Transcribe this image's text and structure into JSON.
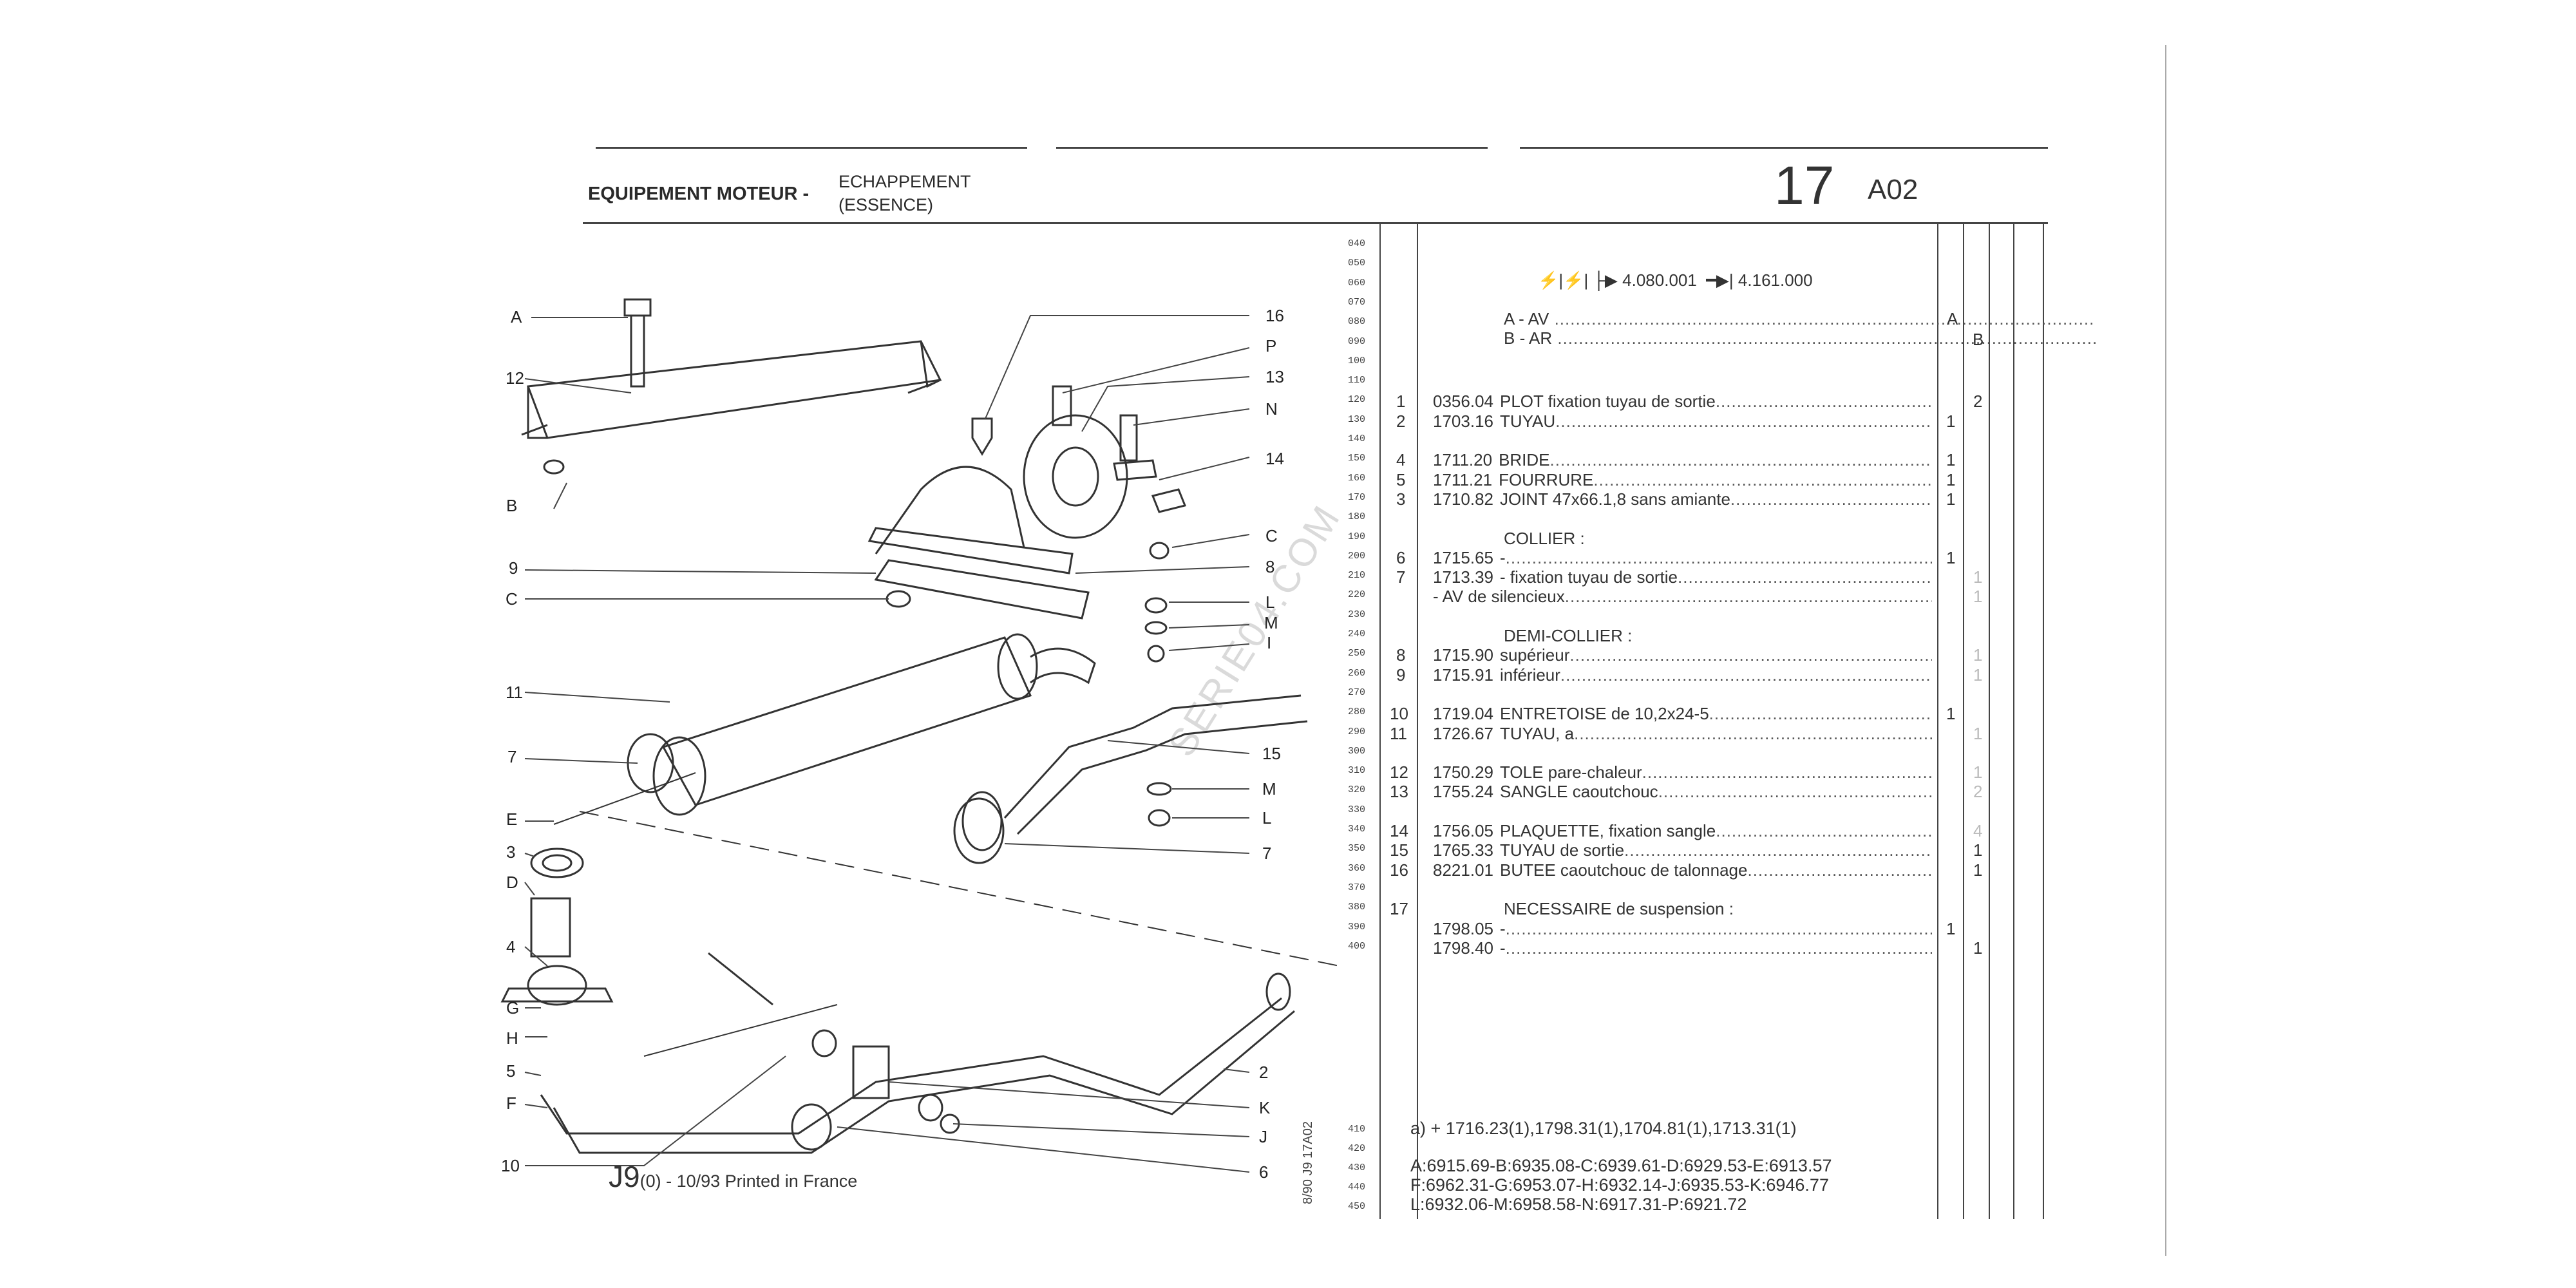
{
  "header": {
    "section": "EQUIPEMENT MOTEUR -",
    "subtitle_line1": "ECHAPPEMENT",
    "subtitle_line2": "(ESSENCE)",
    "group_number": "17",
    "page_code": "A02"
  },
  "serial_range": "4.080.001",
  "serial_range_end": "4.161.000",
  "variants": [
    {
      "text": "A - AV",
      "col": "A"
    },
    {
      "text": "B - AR",
      "col": "B"
    }
  ],
  "row_numbers": [
    "040",
    "050",
    "060",
    "070",
    "080",
    "090",
    "100",
    "110",
    "120",
    "130",
    "140",
    "150",
    "160",
    "170",
    "180",
    "190",
    "200",
    "210",
    "220",
    "230",
    "240",
    "250",
    "260",
    "270",
    "280",
    "290",
    "300",
    "310",
    "320",
    "330",
    "340",
    "350",
    "360",
    "370",
    "380",
    "390",
    "400"
  ],
  "row_numbers_bottom": [
    "410",
    "420",
    "430",
    "440",
    "450"
  ],
  "parts": [
    {
      "num": "1",
      "ref": "0356.04",
      "desc": "PLOT fixation tuyau de sortie",
      "qa": "",
      "qb": "2",
      "qb_faint": false,
      "row": 8
    },
    {
      "num": "2",
      "ref": "1703.16",
      "desc": "TUYAU",
      "qa": "1",
      "qb": "",
      "qb_faint": false,
      "row": 9
    },
    {
      "num": "4",
      "ref": "1711.20",
      "desc": "BRIDE",
      "qa": "1",
      "qb": "",
      "qb_faint": false,
      "row": 11
    },
    {
      "num": "5",
      "ref": "1711.21",
      "desc": "FOURRURE",
      "qa": "1",
      "qb": "",
      "qb_faint": false,
      "row": 12
    },
    {
      "num": "3",
      "ref": "1710.82",
      "desc": "JOINT 47x66.1,8 sans amiante",
      "qa": "1",
      "qb": "",
      "qb_faint": false,
      "row": 13
    },
    {
      "num": "",
      "ref": "",
      "desc": "COLLIER :",
      "qa": "",
      "qb": "",
      "qb_faint": false,
      "row": 15,
      "heading": true
    },
    {
      "num": "6",
      "ref": "1715.65",
      "desc": "-",
      "qa": "1",
      "qb": "",
      "qb_faint": false,
      "row": 16
    },
    {
      "num": "7",
      "ref": "1713.39",
      "desc": "- fixation tuyau de sortie",
      "qa": "",
      "qb": "1",
      "qb_faint": true,
      "row": 17
    },
    {
      "num": "",
      "ref": "",
      "desc": "- AV de silencieux",
      "qa": "",
      "qb": "1",
      "qb_faint": true,
      "row": 18
    },
    {
      "num": "",
      "ref": "",
      "desc": "DEMI-COLLIER :",
      "qa": "",
      "qb": "",
      "qb_faint": false,
      "row": 20,
      "heading": true
    },
    {
      "num": "8",
      "ref": "1715.90",
      "desc": "supérieur",
      "qa": "",
      "qb": "1",
      "qb_faint": true,
      "row": 21
    },
    {
      "num": "9",
      "ref": "1715.91",
      "desc": "inférieur",
      "qa": "",
      "qb": "1",
      "qb_faint": true,
      "row": 22
    },
    {
      "num": "10",
      "ref": "1719.04",
      "desc": "ENTRETOISE de 10,2x24-5",
      "qa": "1",
      "qb": "",
      "qb_faint": false,
      "row": 24
    },
    {
      "num": "11",
      "ref": "1726.67",
      "desc": "TUYAU, a",
      "qa": "",
      "qb": "1",
      "qb_faint": true,
      "row": 25
    },
    {
      "num": "12",
      "ref": "1750.29",
      "desc": "TOLE pare-chaleur",
      "qa": "",
      "qb": "1",
      "qb_faint": true,
      "row": 27
    },
    {
      "num": "13",
      "ref": "1755.24",
      "desc": "SANGLE caoutchouc",
      "qa": "",
      "qb": "2",
      "qb_faint": true,
      "row": 28
    },
    {
      "num": "14",
      "ref": "1756.05",
      "desc": "PLAQUETTE, fixation sangle",
      "qa": "",
      "qb": "4",
      "qb_faint": true,
      "row": 30
    },
    {
      "num": "15",
      "ref": "1765.33",
      "desc": "TUYAU de sortie",
      "qa": "",
      "qb": "1",
      "qb_faint": false,
      "row": 31
    },
    {
      "num": "16",
      "ref": "8221.01",
      "desc": "BUTEE caoutchouc de talonnage",
      "qa": "",
      "qb": "1",
      "qb_faint": false,
      "row": 32
    },
    {
      "num": "17",
      "ref": "",
      "desc": "NECESSAIRE de suspension :",
      "qa": "",
      "qb": "",
      "qb_faint": false,
      "row": 34,
      "heading": true
    },
    {
      "num": "",
      "ref": "1798.05",
      "desc": "-",
      "qa": "1",
      "qb": "",
      "qb_faint": false,
      "row": 35
    },
    {
      "num": "",
      "ref": "1798.40",
      "desc": "-",
      "qa": "",
      "qb": "1",
      "qb_faint": false,
      "row": 36
    }
  ],
  "note_a": "a)  +  1716.23(1),1798.31(1),1704.81(1),1713.31(1)",
  "letter_refs": [
    "A:6915.69-B:6935.08-C:6939.61-D:6929.53-E:6913.57",
    "F:6962.31-G:6953.07-H:6932.14-J:6935.53-K:6946.77",
    "L:6932.06-M:6958.58-N:6917.31-P:6921.72"
  ],
  "diagram_labels_left": [
    "A",
    "12",
    "B",
    "9",
    "C",
    "11",
    "7",
    "E",
    "3",
    "D",
    "4",
    "G",
    "H",
    "5",
    "F",
    "10"
  ],
  "diagram_labels_right": [
    "16",
    "P",
    "13",
    "N",
    "14",
    "C",
    "8",
    "L",
    "M",
    "I",
    "15",
    "M",
    "L",
    "7",
    "2",
    "K",
    "J",
    "6"
  ],
  "vertical_code": "8/90 J9 17A02",
  "watermark": "SERIE04.COM",
  "footer": {
    "code": "J9",
    "suffix": "(0) - 10/93 Printed in France"
  }
}
